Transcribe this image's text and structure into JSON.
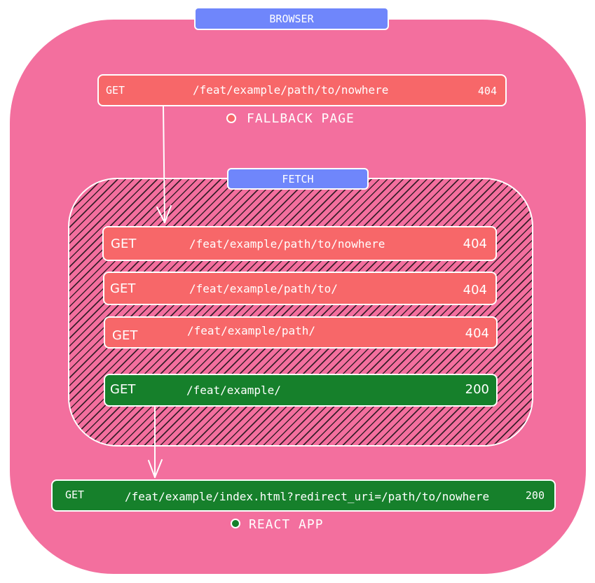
{
  "colors": {
    "container": "#f36f9e",
    "label_tab": "#6f86fb",
    "error_row": "#f76769",
    "success_row": "#16802b"
  },
  "browser": {
    "label": "BROWSER",
    "request": {
      "method": "GET",
      "path": "/feat/example/path/to/nowhere",
      "status": "404"
    },
    "result_caption": "FALLBACK PAGE",
    "result_dot_color": "#f76769"
  },
  "fetch": {
    "label": "FETCH",
    "requests": [
      {
        "method": "GET",
        "path": "/feat/example/path/to/nowhere",
        "status": "404",
        "state": "error"
      },
      {
        "method": "GET",
        "path": "/feat/example/path/to/",
        "status": "404",
        "state": "error"
      },
      {
        "method": "GET",
        "path": "/feat/example/path/",
        "status": "404",
        "state": "error"
      },
      {
        "method": "GET",
        "path": "/feat/example/",
        "status": "200",
        "state": "success"
      }
    ]
  },
  "app": {
    "request": {
      "method": "GET",
      "path": "/feat/example/index.html?redirect_uri=/path/to/nowhere",
      "status": "200"
    },
    "result_caption": "REACT APP",
    "result_dot_color": "#16802b"
  }
}
